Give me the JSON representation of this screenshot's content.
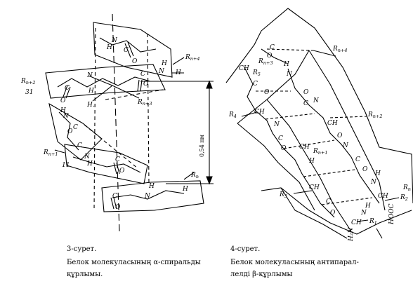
{
  "left_figure": {
    "caption_number": "3-сурет.",
    "caption_line1": "Белок молекуласының  α-спиральды",
    "caption_line2": "құрлымы.",
    "distance_label": "0,54 нм",
    "atom_C": "C",
    "atom_N": "N",
    "atom_O": "O",
    "atom_H": "H",
    "atom_Hdot": "H.",
    "r_n4": "R",
    "r_n4_sub": "n+4",
    "r_n3": "R",
    "r_n3_sub": "n+3",
    "r_n2": "R",
    "r_n2_sub": "n+2",
    "r_n1": "R",
    "r_n1_sub": "n+1",
    "r_n": "R",
    "r_n_sub": "n",
    "h_small": "H",
    "h_ii": "11",
    "h_31": "31"
  },
  "right_figure": {
    "caption_number": "4-сурет.",
    "caption_line1": "Белок молекуласының антипарал-",
    "caption_line2": "лелді    β-құрлымы",
    "atom_C": "C",
    "atom_N": "N",
    "atom_O": "O",
    "atom_H": "H",
    "atom_CH": "CH",
    "r_n4": "R",
    "r_n4_sub": "n+4",
    "r_n3": "R",
    "r_n3_sub": "n+3",
    "r_n2": "R",
    "r_n2_sub": "n+2",
    "r_n1": "R",
    "r_n1_sub": "n+1",
    "r_n": "R",
    "r_n_sub": "n",
    "r4": "R",
    "r4_sub": "4",
    "r3": "R",
    "r3_sub": "3",
    "r2": "R",
    "r2_sub": "2",
    "r1": "R",
    "r1_sub": "1",
    "r5": "R",
    "r5_sub": "5",
    "hooc": "HOOC",
    "h2n": "H₂N"
  },
  "colors": {
    "ink": "#000000",
    "paper": "#ffffff"
  }
}
